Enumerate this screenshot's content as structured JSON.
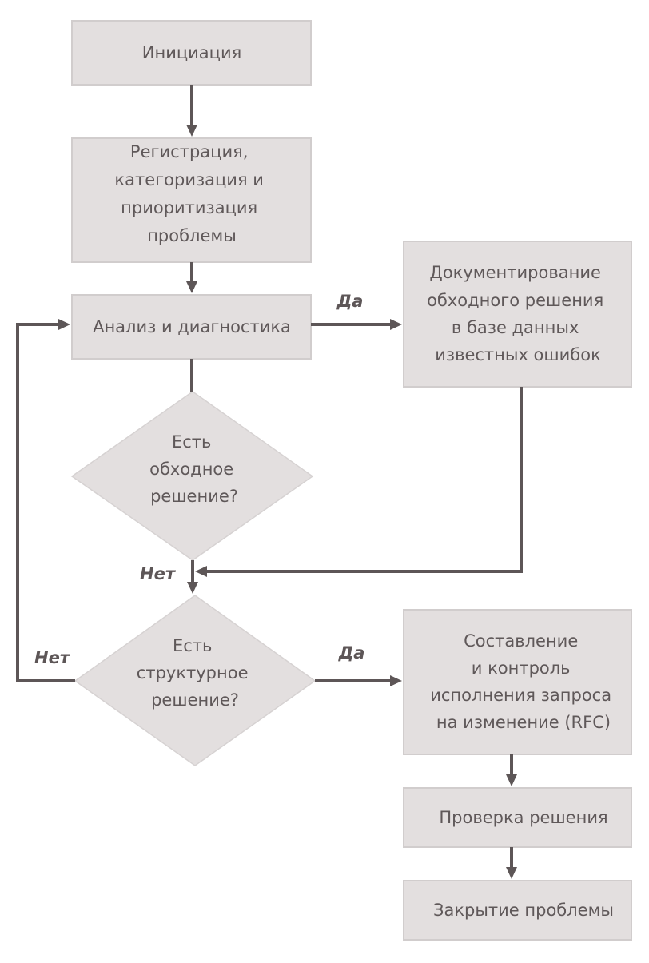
{
  "nodes": {
    "initiation": [
      "Инициация"
    ],
    "registration": [
      "Регистрация,",
      "категоризация и",
      "приоритизация",
      "проблемы"
    ],
    "analysis": [
      "Анализ и диагностика"
    ],
    "workaround_question": [
      "Есть",
      "обходное",
      "решение?"
    ],
    "documentation": [
      "Документирование",
      "обходного решения",
      "в базе данных",
      "известных ошибок"
    ],
    "structural_question": [
      "Есть",
      "структурное",
      "решение?"
    ],
    "rfc": [
      "Составление",
      "и контроль",
      "исполнения запроса",
      "на изменение (RFC)"
    ],
    "verification": [
      "Проверка решения"
    ],
    "closure": [
      "Закрытие проблемы"
    ]
  },
  "edge_labels": {
    "yes_workaround": "Да",
    "no_workaround": "Нет",
    "yes_structural": "Да",
    "no_structural": "Нет"
  },
  "colors": {
    "box_fill": "#e3dfdf",
    "line": "#5d5657",
    "text": "#5f5859"
  }
}
